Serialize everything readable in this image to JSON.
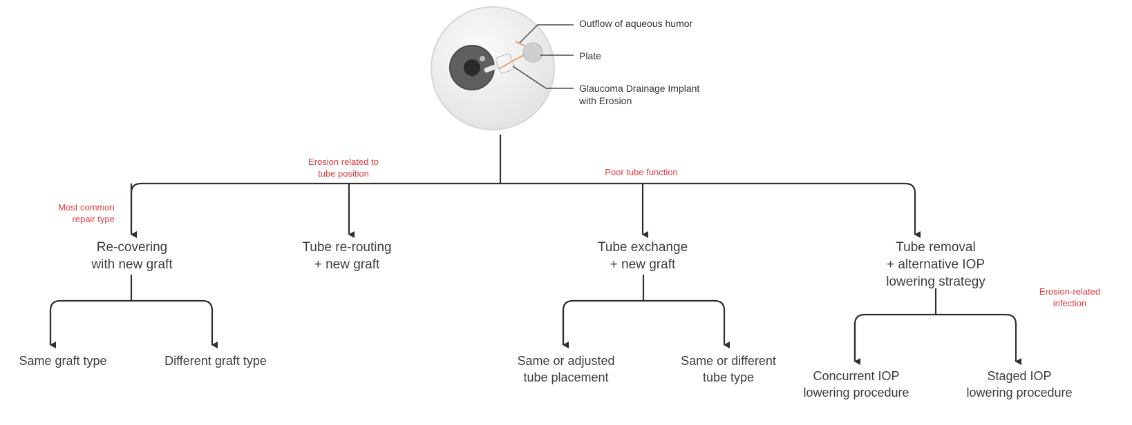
{
  "illustration": {
    "name": "Glaucoma drainage implant eye illustration",
    "colors": {
      "eye_white": "#eeeeee",
      "iris": "#5f5f5f",
      "pupil": "#2a2a2a",
      "tube": "#e8a36a",
      "plate": "#cfcfcf"
    },
    "callouts": [
      {
        "id": "outflow",
        "text": "Outflow of aqueous humor"
      },
      {
        "id": "plate",
        "text": "Plate"
      },
      {
        "id": "implant",
        "text": "Glaucoma Drainage Implant\nwith Erosion"
      }
    ]
  },
  "notes": {
    "tube_position": "Erosion related to\ntube position",
    "poor_function": "Poor tube function",
    "most_common": "Most common\nrepair type",
    "infection": "Erosion-related\ninfection"
  },
  "options": [
    {
      "id": "recover",
      "label": "Re-covering\nwith new graft",
      "children": [
        {
          "label": "Same graft type"
        },
        {
          "label": "Different graft type"
        }
      ]
    },
    {
      "id": "reroute",
      "label": "Tube re-routing\n+ new graft",
      "children": []
    },
    {
      "id": "exchange",
      "label": "Tube exchange\n+ new graft",
      "children": [
        {
          "label": "Same or adjusted\ntube placement"
        },
        {
          "label": "Same or different\ntube type"
        }
      ]
    },
    {
      "id": "removal",
      "label": "Tube removal\n+ alternative IOP\nlowering strategy",
      "children": [
        {
          "label": "Concurrent IOP\nlowering procedure"
        },
        {
          "label": "Staged IOP\nlowering procedure"
        }
      ]
    }
  ],
  "colors": {
    "line": "#2f2f2f",
    "note": "#e0393e",
    "text": "#3d3d3d"
  }
}
